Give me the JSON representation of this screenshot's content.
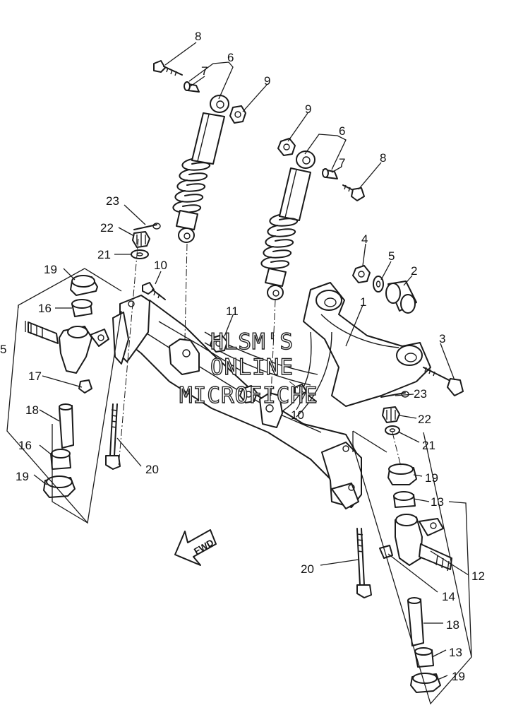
{
  "callouts": {
    "c1": "1",
    "c2": "2",
    "c3": "3",
    "c4": "4",
    "c5": "5",
    "c5b": "5",
    "c6a": "6",
    "c6b": "6",
    "c7a": "7",
    "c7b": "7",
    "c8a": "8",
    "c8b": "8",
    "c9a": "9",
    "c9b": "9",
    "c10a": "10",
    "c10b": "10",
    "c11": "11",
    "c12": "12",
    "c13a": "13",
    "c13b": "13",
    "c14": "14",
    "c16a": "16",
    "c16b": "16",
    "c17": "17",
    "c18a": "18",
    "c18b": "18",
    "c19a": "19",
    "c19b": "19",
    "c19c": "19",
    "c19d": "19",
    "c20a": "20",
    "c20b": "20",
    "c21a": "21",
    "c21b": "21",
    "c22a": "22",
    "c22b": "22",
    "c23a": "23",
    "c23b": "23"
  },
  "watermark": {
    "line1": "HLSM'S",
    "line2": "ONLINE",
    "line3": "MICROFICHE"
  },
  "fwd_label": "FWD",
  "colors": {
    "ink": "#1a1a1a",
    "paper": "#ffffff"
  }
}
